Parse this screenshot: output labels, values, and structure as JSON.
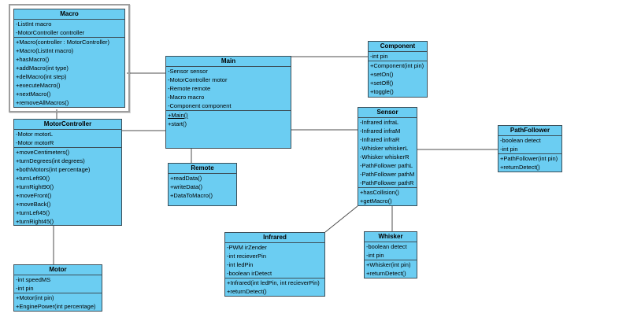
{
  "diagram": {
    "type": "uml-class-diagram",
    "colors": {
      "class_fill": "#6bcdf2",
      "class_border": "#3d4f59",
      "connector": "#4d4d4d",
      "selection_frame": "#9e9e9e"
    },
    "classes": [
      {
        "id": "macro",
        "name": "Macro",
        "selected": true,
        "attributes": [
          "-ListInt macro",
          "-MotorController controller"
        ],
        "methods": [
          "+Macro(controller : MotorController)",
          "+Macro(ListInt macro)",
          "+hasMacro()",
          "+addMacro(int type)",
          "+delMacro(int step)",
          "+executeMacro()",
          "+nextMacro()",
          "+removeAllMacros()"
        ]
      },
      {
        "id": "motorcontroller",
        "name": "MotorController",
        "attributes": [
          "-Motor motorL",
          "-Motor motorR"
        ],
        "methods": [
          "+moveCentimeters()",
          "+turnDegrees(int degrees)",
          "+bothMotors(int percentage)",
          "+turnLeft90()",
          "+turnRight90()",
          "+moveFront()",
          "+moveBack()",
          "+turnLeft45()",
          "+turnRight45()"
        ]
      },
      {
        "id": "motor",
        "name": "Motor",
        "attributes": [
          "-int speedMS",
          "-int pin"
        ],
        "methods": [
          "+Motor(int pin)",
          "+EnginePower(int percentage)"
        ]
      },
      {
        "id": "main",
        "name": "Main",
        "attributes": [
          "-Sensor sensor",
          "-MotorController motor",
          "-Remote remote",
          "-Macro macro",
          "-Component component"
        ],
        "methods": [
          "+Main()",
          "+start()"
        ],
        "static_method_index": 0
      },
      {
        "id": "remote",
        "name": "Remote",
        "attributes": [],
        "methods": [
          "+readData()",
          "+writeData()",
          "+DataToMacro()"
        ]
      },
      {
        "id": "component",
        "name": "Component",
        "attributes": [
          "-int pin"
        ],
        "methods": [
          "+Component(int pin)",
          "+setOn()",
          "+setOff()",
          "+toggle()"
        ]
      },
      {
        "id": "sensor",
        "name": "Sensor",
        "attributes": [
          "-Infrared infraL",
          "-Infrared infraM",
          "-Infrared infraR",
          "-Whisker whiskerL",
          "-Whisker whiskerR",
          "-PathFollower pathL",
          "-PathFollower pathM",
          "-PathFollower pathR"
        ],
        "methods": [
          "+hasCollision()",
          "+getMacro()"
        ]
      },
      {
        "id": "pathfollower",
        "name": "PathFollower",
        "attributes": [
          "-boolean detect",
          "-int pin"
        ],
        "methods": [
          "+PathFollower(int pin)",
          "+returnDetect()"
        ]
      },
      {
        "id": "infrared",
        "name": "Infrared",
        "attributes": [
          "-PWM irZender",
          "-int recieverPin",
          "-int ledPin",
          "-boolean irDetect"
        ],
        "methods": [
          "+Infrared(int ledPin, int recieverPin)",
          "+returnDetect()"
        ]
      },
      {
        "id": "whisker",
        "name": "Whisker",
        "attributes": [
          "-boolean detect",
          "-int pin"
        ],
        "methods": [
          "+Whisker(int pin)",
          "+returnDetect()"
        ]
      }
    ],
    "connections": [
      {
        "from": "Macro",
        "to": "Main"
      },
      {
        "from": "Macro",
        "to": "MotorController"
      },
      {
        "from": "MotorController",
        "to": "Main"
      },
      {
        "from": "MotorController",
        "to": "Motor"
      },
      {
        "from": "Main",
        "to": "Component"
      },
      {
        "from": "Main",
        "to": "Sensor"
      },
      {
        "from": "Main",
        "to": "Remote"
      },
      {
        "from": "Sensor",
        "to": "PathFollower"
      },
      {
        "from": "Sensor",
        "to": "Whisker"
      },
      {
        "from": "Sensor",
        "to": "Infrared"
      }
    ]
  }
}
